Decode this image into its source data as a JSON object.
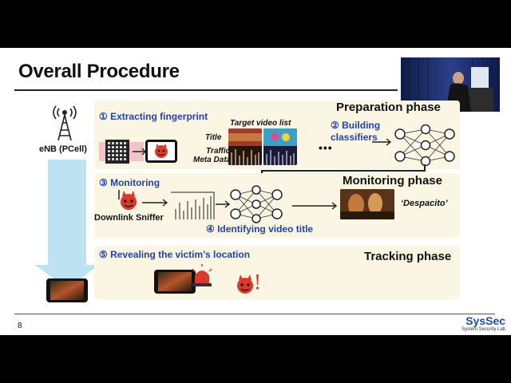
{
  "slide": {
    "title": "Overall Procedure",
    "page_number": "8",
    "logo": {
      "brand": "SysSec",
      "subtitle": "System Security Lab"
    }
  },
  "enb": {
    "label": "eNB (PCell)"
  },
  "preparation": {
    "phase": "Preparation phase",
    "step1": "① Extracting fingerprint",
    "target_list": "Target video list",
    "label_title": "Title",
    "label_traffic": "Traffic",
    "label_meta": "Meta Data",
    "step2_line1": "② Building",
    "step2_line2": "classifiers",
    "ellipsis": "•••"
  },
  "monitoring": {
    "phase": "Monitoring  phase",
    "step3": "③ Monitoring",
    "sniffer": "Downlink Sniffer",
    "step4": "④ Identifying video title",
    "result": "‘Despacito’"
  },
  "tracking": {
    "phase": "Tracking phase",
    "step5": "⑤ Revealing the victim’s location"
  },
  "colors": {
    "step_blue": "#1f3fb8",
    "panel_bg": "#fbf5e3",
    "arrow_blue": "#bde3f2",
    "devil_red": "#d93a2b",
    "logo_blue": "#1c4fa3"
  },
  "icons": [
    "antenna-icon",
    "phone-icon",
    "devil-icon",
    "neural-network-icon",
    "siren-icon",
    "arrow-icon"
  ]
}
